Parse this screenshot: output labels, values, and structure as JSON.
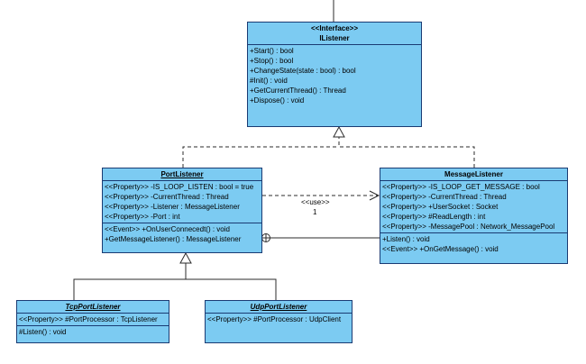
{
  "classes": {
    "ilistener": {
      "stereotype": "<<Interface>>",
      "name": "IListener",
      "operations": [
        "+Start() : bool",
        "+Stop() : bool",
        "+ChangeState(state : bool) : bool",
        "#Init() : void",
        "+GetCurrentThread() : Thread",
        "+Dispose() : void"
      ]
    },
    "port_listener": {
      "name": "PortListener",
      "attributes": [
        "<<Property>> -IS_LOOP_LISTEN : bool = true",
        "<<Property>> -CurrentThread : Thread",
        "<<Property>> -Listener : MessageListener",
        "<<Property>> -Port : int"
      ],
      "operations": [
        "<<Event>> +OnUserConnecedt() : void",
        "+GetMessageListener() : MessageListener"
      ]
    },
    "message_listener": {
      "name": "MessageListener",
      "attributes": [
        "<<Property>> -IS_LOOP_GET_MESSAGE : bool",
        "<<Property>> -CurrentThread : Thread",
        "<<Property>> +UserSocket : Socket",
        "<<Property>> #ReadLength : int",
        "<<Property>> -MessagePool : Network_MessagePool"
      ],
      "operations": [
        "+Listen() : void",
        "<<Event>> +OnGetMessage() : void"
      ]
    },
    "tcp_port_listener": {
      "name": "TcpPortListener",
      "attributes": [
        "<<Property>> #PortProcessor : TcpListener"
      ],
      "operations": [
        "#Listen() : void"
      ]
    },
    "udp_port_listener": {
      "name": "UdpPortListener",
      "attributes": [
        "<<Property>> #PortProcessor : UdpClient"
      ]
    }
  },
  "relations": {
    "use_label": "<<use>>",
    "use_multiplicity": "1"
  },
  "colors": {
    "class_fill": "#7ccbf2",
    "class_border": "#1a3b73",
    "line": "#2b2b2b"
  }
}
